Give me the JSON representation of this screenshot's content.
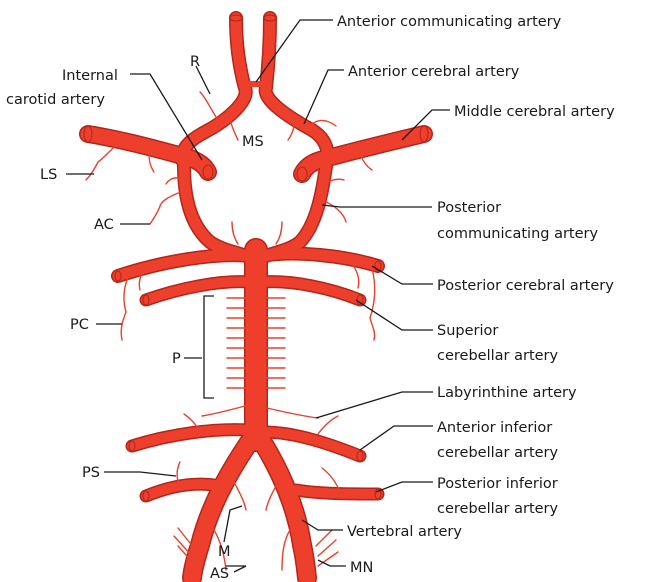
{
  "labels": {
    "anterior_communicating": "Anterior communicating artery",
    "anterior_cerebral": "Anterior cerebral artery",
    "middle_cerebral": "Middle cerebral artery",
    "posterior_communicating_1": "Posterior",
    "posterior_communicating_2": "communicating artery",
    "posterior_cerebral": "Posterior cerebral artery",
    "superior_cerebellar_1": "Superior",
    "superior_cerebellar_2": "cerebellar artery",
    "labyrinthine": "Labyrinthine artery",
    "aica_1": "Anterior inferior",
    "aica_2": "cerebellar artery",
    "pica_1": "Posterior inferior",
    "pica_2": "cerebellar artery",
    "vertebral": "Vertebral artery",
    "internal_carotid_1": "Internal",
    "internal_carotid_2": "carotid artery",
    "R": "R",
    "MS": "MS",
    "LS": "LS",
    "AC": "AC",
    "PC": "PC",
    "P": "P",
    "PS": "PS",
    "M": "M",
    "AS": "AS",
    "MN": "MN"
  },
  "colors": {
    "artery_fill": "#ee3f2c",
    "artery_edge": "#b3261a",
    "leader": "#1a1a1a"
  }
}
